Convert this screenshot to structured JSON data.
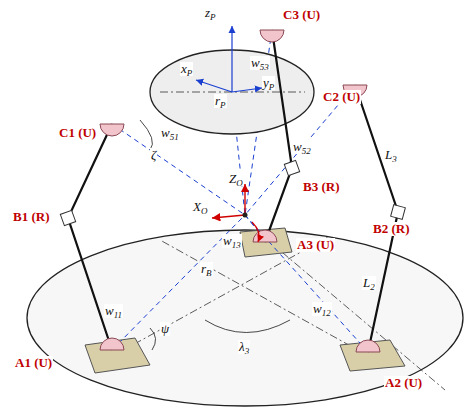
{
  "diagram": {
    "labels": [
      "zP",
      "C3 (U)",
      "xP",
      "rP",
      "w53",
      "yP",
      "C2 (U)",
      "C1 (U)",
      "w51",
      "ζ",
      "w52",
      "B3 (R)",
      "L3",
      "ZO",
      "B2 (R)",
      "XO",
      "w13",
      "B1 (R)",
      "A3 (U)",
      "rB",
      "L2",
      "w11",
      "ψ",
      "w12",
      "λ3",
      "A1 (U)",
      "A2 (U)"
    ]
  }
}
